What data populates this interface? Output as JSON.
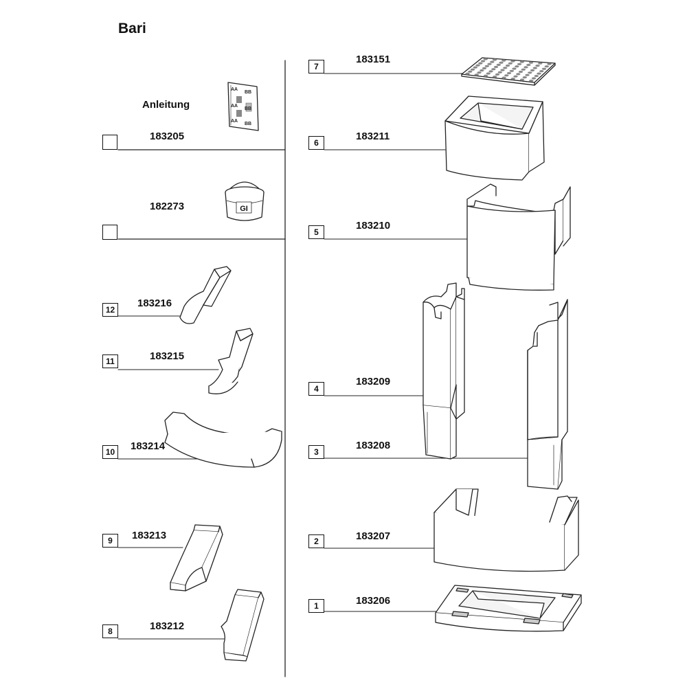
{
  "title": "Bari",
  "accessories": {
    "manual_label": "Anleitung",
    "manual_code": "183205",
    "glue_code": "182273",
    "glue_bucket_text": "GI",
    "sticker_marks": [
      "AA",
      "BB",
      "AA",
      "BB",
      "AA",
      "BB"
    ]
  },
  "parts": [
    {
      "num": "1",
      "code": "183206"
    },
    {
      "num": "2",
      "code": "183207"
    },
    {
      "num": "3",
      "code": "183208"
    },
    {
      "num": "4",
      "code": "183209"
    },
    {
      "num": "5",
      "code": "183210"
    },
    {
      "num": "6",
      "code": "183211"
    },
    {
      "num": "7",
      "code": "183151"
    },
    {
      "num": "8",
      "code": "183212"
    },
    {
      "num": "9",
      "code": "183213"
    },
    {
      "num": "10",
      "code": "183214"
    },
    {
      "num": "11",
      "code": "183215"
    },
    {
      "num": "12",
      "code": "183216"
    }
  ]
}
